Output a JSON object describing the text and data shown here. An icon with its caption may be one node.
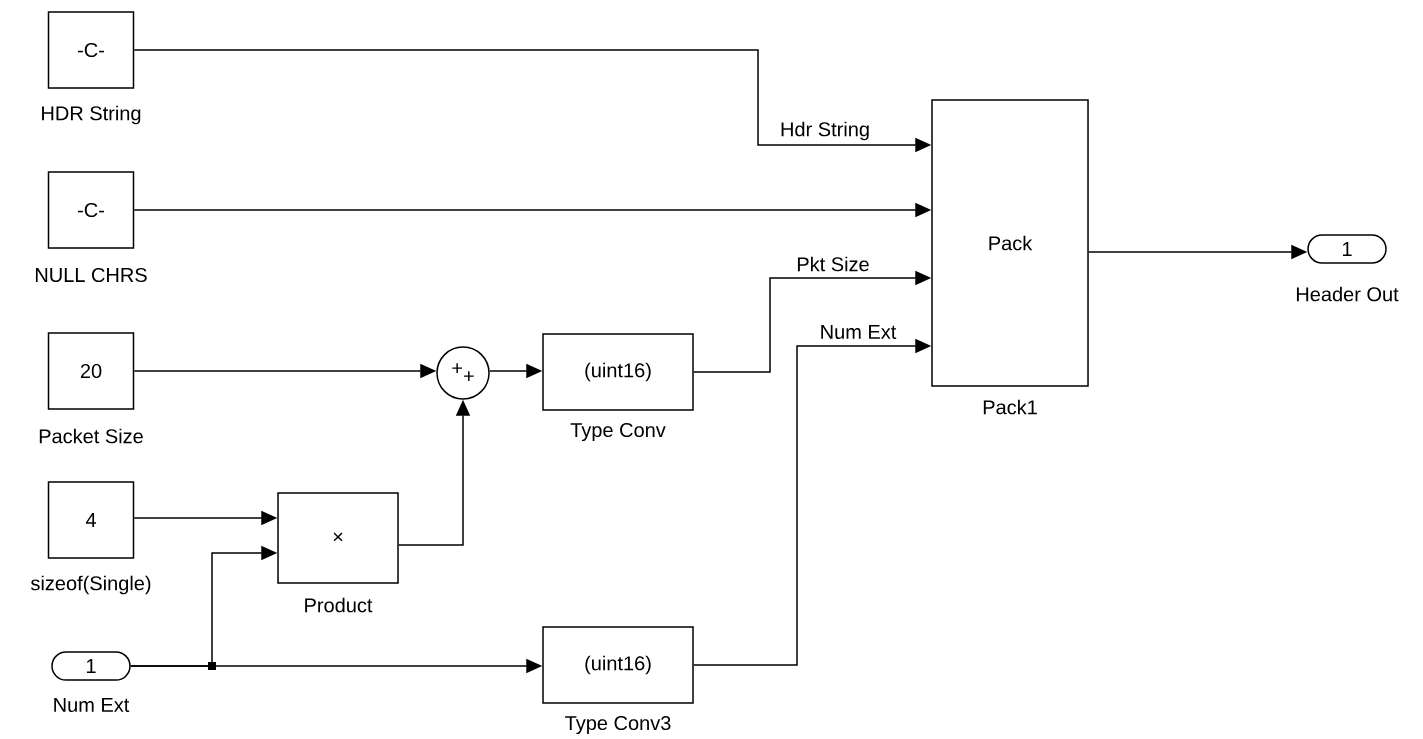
{
  "diagram": {
    "nodes": [
      {
        "text": [
          "-C-"
        ],
        "beside": [
          "HDR String"
        ]
      },
      {
        "text": [
          "-C-"
        ],
        "beside": [
          "NULL CHRS"
        ]
      },
      {
        "text": [
          "20"
        ],
        "beside": [
          "Packet Size"
        ]
      },
      {
        "text": [
          "4"
        ],
        "beside": [
          "sizeof(Single)"
        ]
      },
      {
        "text": [
          "1"
        ],
        "beside": [
          "Num Ext"
        ]
      },
      {
        "text": [
          "+",
          "+"
        ]
      },
      {
        "text": [
          "×"
        ],
        "beside": [
          "Product"
        ]
      },
      {
        "text": [
          "(uint16)"
        ],
        "beside": [
          "Type Conv"
        ]
      },
      {
        "text": [
          "(uint16)"
        ],
        "beside": [
          "Type Conv3"
        ]
      },
      {
        "text": [
          "Pack"
        ],
        "beside": [
          "Pack1"
        ]
      },
      {
        "text": [
          "1"
        ],
        "beside": [
          "Header Out"
        ]
      }
    ],
    "edges": [
      {
        "from": 0,
        "to": 9,
        "arrow": "to",
        "label": "Hdr String"
      },
      {
        "from": 1,
        "to": 9,
        "arrow": "to"
      },
      {
        "from": 7,
        "to": 9,
        "arrow": "to",
        "label": "Pkt Size"
      },
      {
        "from": 8,
        "to": 9,
        "arrow": "to",
        "label": "Num Ext"
      },
      {
        "from": 2,
        "to": 5,
        "arrow": "to"
      },
      {
        "from": 6,
        "to": 5,
        "arrow": "to"
      },
      {
        "from": 5,
        "to": 7,
        "arrow": "to"
      },
      {
        "from": 3,
        "to": 6,
        "arrow": "to"
      },
      {
        "from": 4,
        "to": 6,
        "arrow": "to"
      },
      {
        "from": 4,
        "to": 8,
        "arrow": "to"
      },
      {
        "from": 9,
        "to": 10,
        "arrow": "to"
      }
    ]
  }
}
